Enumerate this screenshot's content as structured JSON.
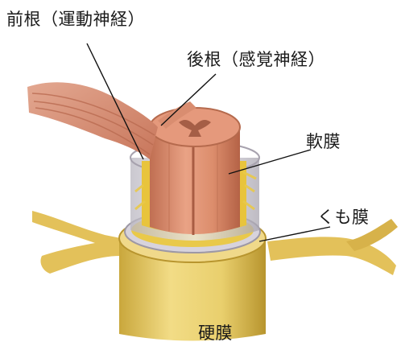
{
  "labels": {
    "anterior_root": "前根（運動神経）",
    "posterior_root": "後根（感覚神経）",
    "pia_mater": "軟膜",
    "arachnoid": "くも膜",
    "dura_mater": "硬膜"
  },
  "colors": {
    "spinal_cord": "#d98a6a",
    "nerve_root": "#d69078",
    "dura": "#e8d27a",
    "arachnoid": "#c9c4cc",
    "pia": "#e6c53a",
    "leader_line": "#111111"
  }
}
